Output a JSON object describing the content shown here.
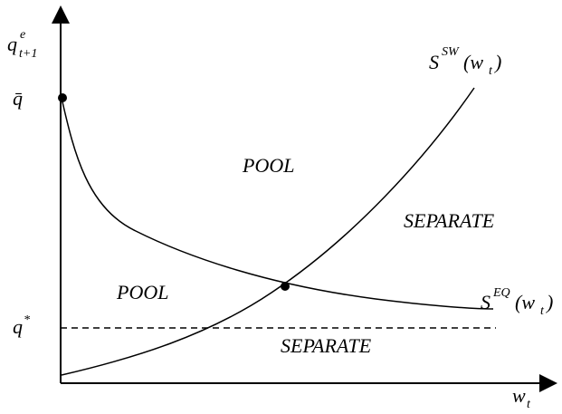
{
  "diagram": {
    "axes": {
      "y_label": {
        "base": "q",
        "sup": "e",
        "sub": "t+1"
      },
      "x_label": {
        "base": "w",
        "sub": "t"
      },
      "y_tick_qbar": "q̄",
      "y_tick_qstar": {
        "base": "q",
        "sup": "*"
      }
    },
    "curves": {
      "sw": {
        "base": "S",
        "sup": "SW",
        "arg_open": "(w",
        "arg_sub": "t",
        "arg_close": ")"
      },
      "eq": {
        "base": "S",
        "sup": "EQ",
        "arg_open": "(w",
        "arg_sub": "t",
        "arg_close": ")"
      }
    },
    "regions": {
      "pool_upper": "POOL",
      "pool_left": "POOL",
      "separate_right": "SEPARATE",
      "separate_lower": "SEPARATE"
    },
    "colors": {
      "ink": "#000000",
      "background": "#ffffff"
    }
  }
}
